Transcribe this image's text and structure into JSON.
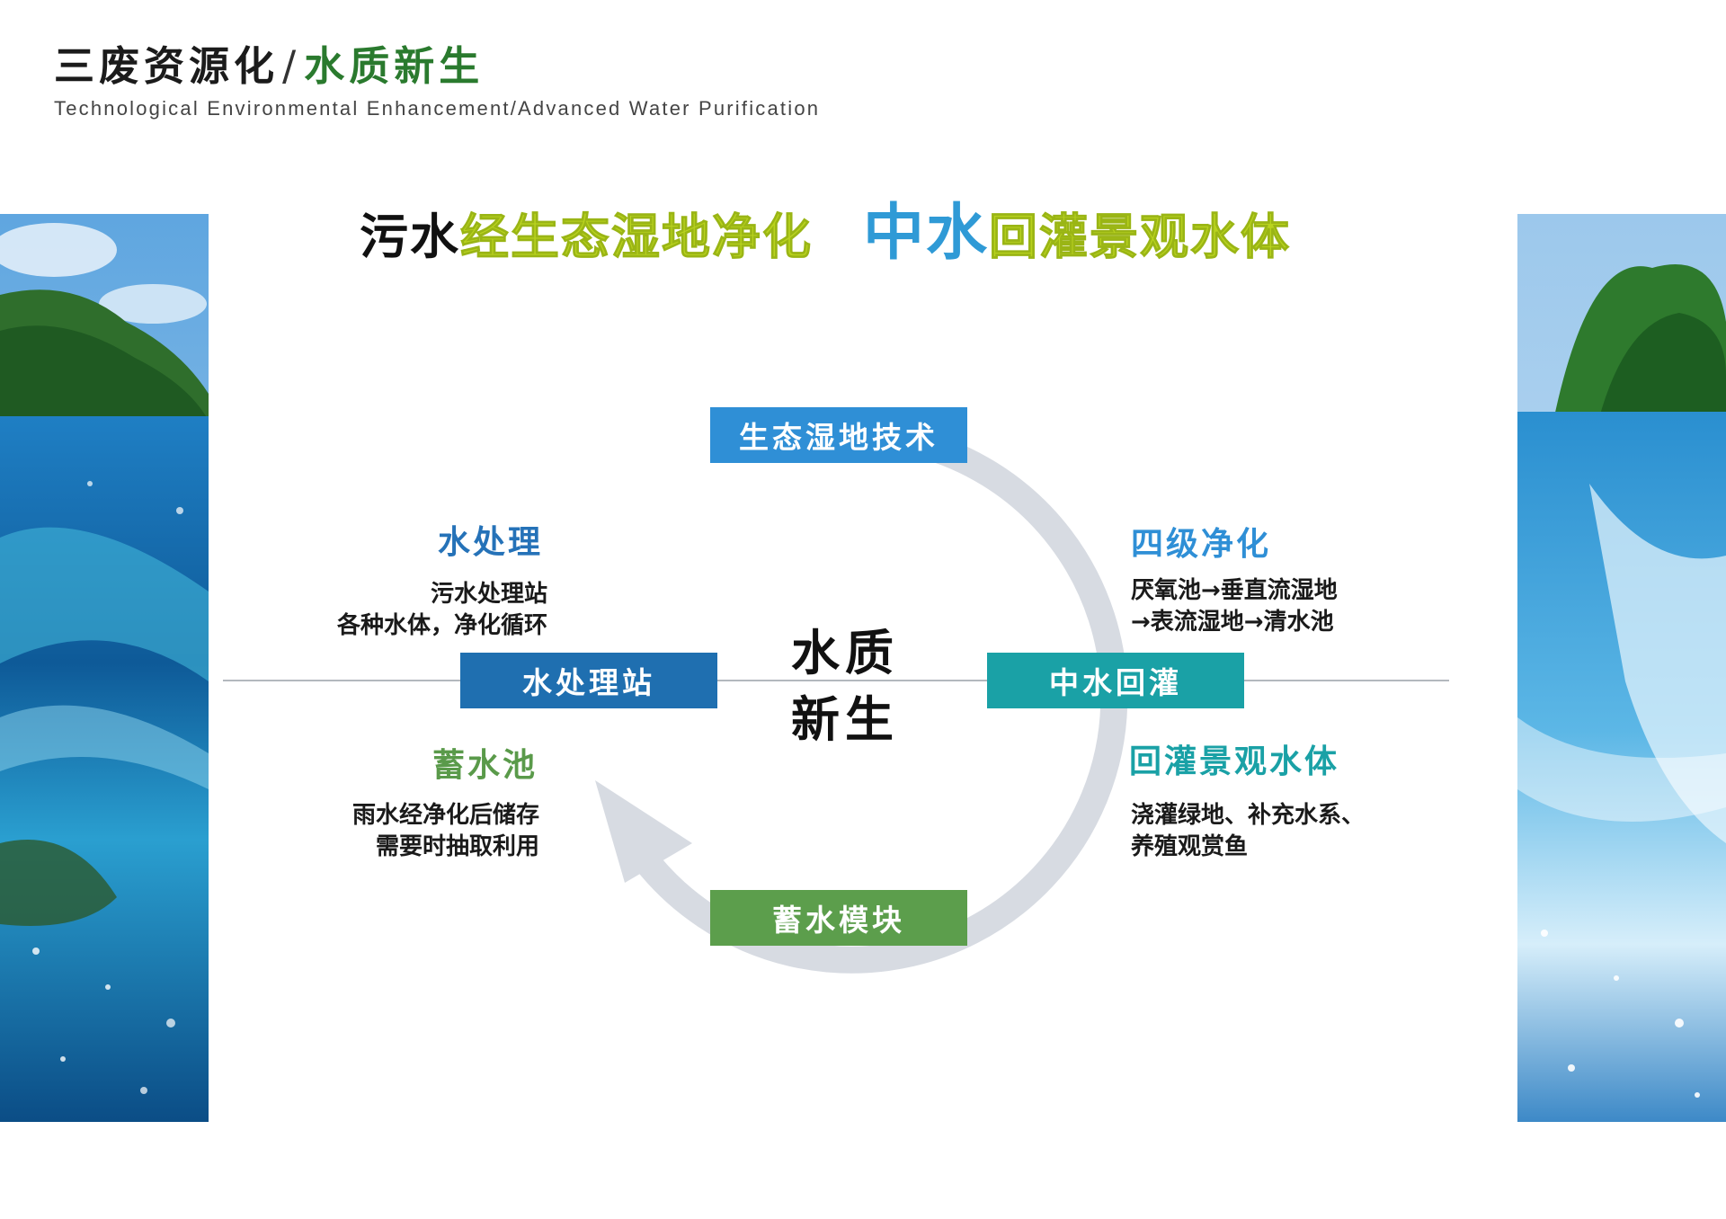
{
  "header": {
    "title_main": "三废资源化",
    "title_sep": "/",
    "title_accent": "水质新生",
    "subtitle_en": "Technological Environmental Enhancement/Advanced Water Purification"
  },
  "headline": {
    "part1": "污水",
    "part2": "经生态湿地净化",
    "part3": "中水",
    "part4": "回灌景观水体"
  },
  "center": {
    "line1": "水质",
    "line2": "新生"
  },
  "nodes": {
    "top": "生态湿地技术",
    "left": "水处理站",
    "right": "中水回灌",
    "bottom": "蓄水模块"
  },
  "sections": {
    "water_treatment": {
      "title": "水处理",
      "lines": [
        "污水处理站",
        "各种水体，净化循环"
      ]
    },
    "four_stage": {
      "title": "四级净化",
      "lines": [
        "厌氧池→垂直流湿地",
        "→表流湿地→清水池"
      ]
    },
    "storage": {
      "title": "蓄水池",
      "lines": [
        "雨水经净化后储存",
        "需要时抽取利用"
      ]
    },
    "irrigation": {
      "title": "回灌景观水体",
      "lines": [
        "浇灌绿地、补充水系、",
        "养殖观赏鱼"
      ]
    }
  },
  "colors": {
    "blue_box": "#2f8fd6",
    "navy_box": "#1f6fb0",
    "teal_box": "#1aa1a6",
    "green_box": "#5c9e4c",
    "lime_text": "#b9d31e",
    "ring": "#d7dbe2",
    "title_green": "#2a7a2e"
  }
}
